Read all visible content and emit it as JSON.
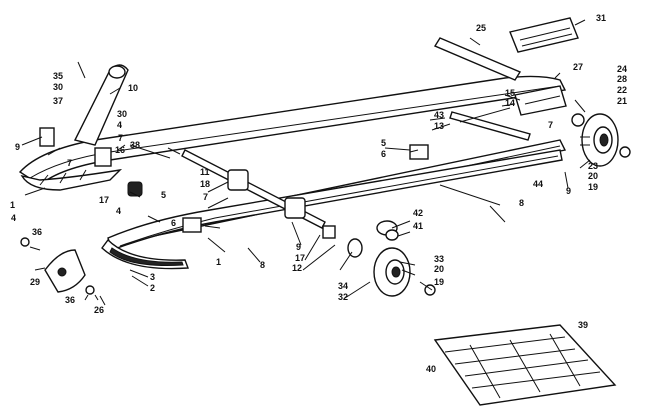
{
  "diagram": {
    "callouts": [
      {
        "id": "c1a",
        "text": "1"
      },
      {
        "id": "c1b",
        "text": "1"
      },
      {
        "id": "c2",
        "text": "2"
      },
      {
        "id": "c3",
        "text": "3"
      },
      {
        "id": "c4a",
        "text": "4"
      },
      {
        "id": "c4b",
        "text": "4"
      },
      {
        "id": "c4c",
        "text": "4"
      },
      {
        "id": "c5a",
        "text": "5"
      },
      {
        "id": "c5b",
        "text": "5"
      },
      {
        "id": "c6a",
        "text": "6"
      },
      {
        "id": "c6b",
        "text": "6"
      },
      {
        "id": "c7a",
        "text": "7"
      },
      {
        "id": "c7b",
        "text": "7"
      },
      {
        "id": "c7c",
        "text": "7"
      },
      {
        "id": "c7d",
        "text": "7"
      },
      {
        "id": "c8a",
        "text": "8"
      },
      {
        "id": "c8b",
        "text": "8"
      },
      {
        "id": "c9a",
        "text": "9"
      },
      {
        "id": "c9b",
        "text": "9"
      },
      {
        "id": "c9c",
        "text": "9"
      },
      {
        "id": "c10",
        "text": "10"
      },
      {
        "id": "c11",
        "text": "11"
      },
      {
        "id": "c12",
        "text": "12"
      },
      {
        "id": "c13",
        "text": "13"
      },
      {
        "id": "c14",
        "text": "14"
      },
      {
        "id": "c15",
        "text": "15"
      },
      {
        "id": "c16",
        "text": "16"
      },
      {
        "id": "c17a",
        "text": "17"
      },
      {
        "id": "c17b",
        "text": "17"
      },
      {
        "id": "c18",
        "text": "18"
      },
      {
        "id": "c19a",
        "text": "19"
      },
      {
        "id": "c19b",
        "text": "19"
      },
      {
        "id": "c20a",
        "text": "20"
      },
      {
        "id": "c20b",
        "text": "20"
      },
      {
        "id": "c21",
        "text": "21"
      },
      {
        "id": "c22",
        "text": "22"
      },
      {
        "id": "c23",
        "text": "23"
      },
      {
        "id": "c24",
        "text": "24"
      },
      {
        "id": "c25",
        "text": "25"
      },
      {
        "id": "c26",
        "text": "26"
      },
      {
        "id": "c27",
        "text": "27"
      },
      {
        "id": "c28",
        "text": "28"
      },
      {
        "id": "c29",
        "text": "29"
      },
      {
        "id": "c30a",
        "text": "30"
      },
      {
        "id": "c30b",
        "text": "30"
      },
      {
        "id": "c31",
        "text": "31"
      },
      {
        "id": "c32",
        "text": "32"
      },
      {
        "id": "c33",
        "text": "33"
      },
      {
        "id": "c34",
        "text": "34"
      },
      {
        "id": "c35",
        "text": "35"
      },
      {
        "id": "c36a",
        "text": "36"
      },
      {
        "id": "c36b",
        "text": "36"
      },
      {
        "id": "c37",
        "text": "37"
      },
      {
        "id": "c38",
        "text": "38"
      },
      {
        "id": "c39",
        "text": "39"
      },
      {
        "id": "c40",
        "text": "40"
      },
      {
        "id": "c41",
        "text": "41"
      },
      {
        "id": "c42",
        "text": "42"
      },
      {
        "id": "c43",
        "text": "43"
      },
      {
        "id": "c44",
        "text": "44"
      }
    ]
  }
}
